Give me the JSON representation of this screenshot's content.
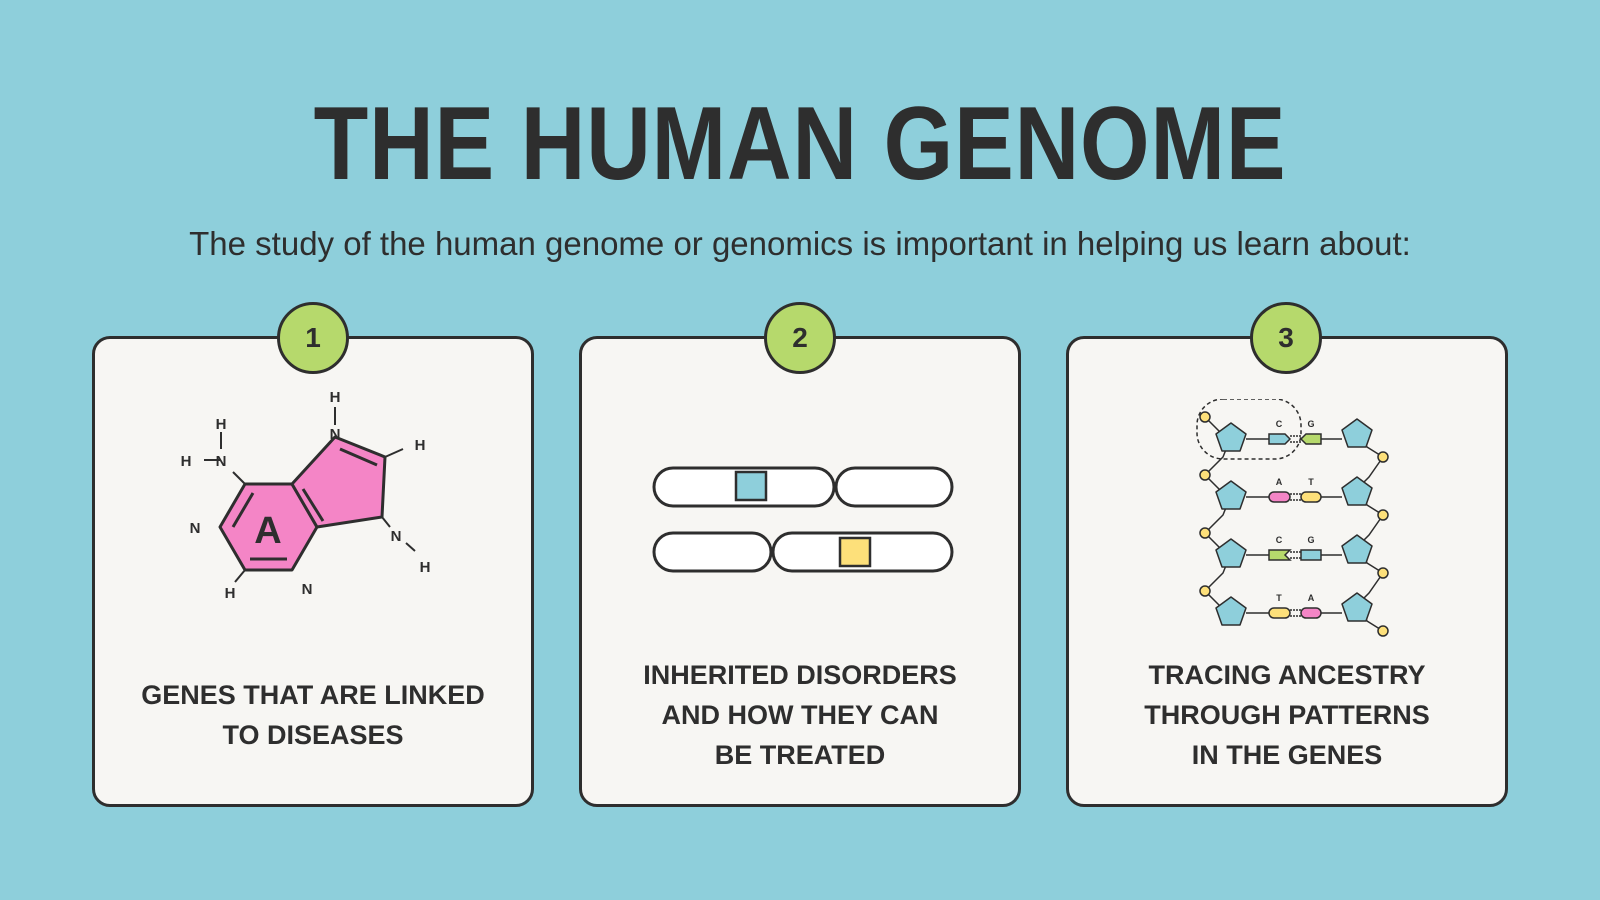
{
  "title": "THE HUMAN GENOME",
  "subtitle": "The study of the human genome or genomics is important in helping us learn about:",
  "colors": {
    "background": "#8ecfdb",
    "card": "#f7f6f3",
    "badge": "#b6d96c",
    "pink": "#f485c6",
    "blue": "#8ecfdb",
    "yellow": "#fde07a",
    "green": "#b6d96c",
    "text": "#2e2e2e"
  },
  "cards": [
    {
      "number": "1",
      "text": "GENES THAT ARE LINKED\nTO DISEASES",
      "illustration": "adenine-molecule",
      "molecule": {
        "center": "A",
        "atoms": [
          "H",
          "N",
          "H",
          "H",
          "N",
          "H",
          "N",
          "H",
          "N",
          "H",
          "N"
        ]
      }
    },
    {
      "number": "2",
      "text": "INHERITED DISORDERS\nAND HOW THEY CAN\nBE TREATED",
      "illustration": "chromosome-pair"
    },
    {
      "number": "3",
      "text": "TRACING ANCESTRY\nTHROUGH PATTERNS\nIN THE GENES",
      "illustration": "dna-ladder",
      "base_pairs": [
        {
          "left": "C",
          "right": "G"
        },
        {
          "left": "A",
          "right": "T"
        },
        {
          "left": "C",
          "right": "G"
        },
        {
          "left": "T",
          "right": "A"
        }
      ]
    }
  ]
}
